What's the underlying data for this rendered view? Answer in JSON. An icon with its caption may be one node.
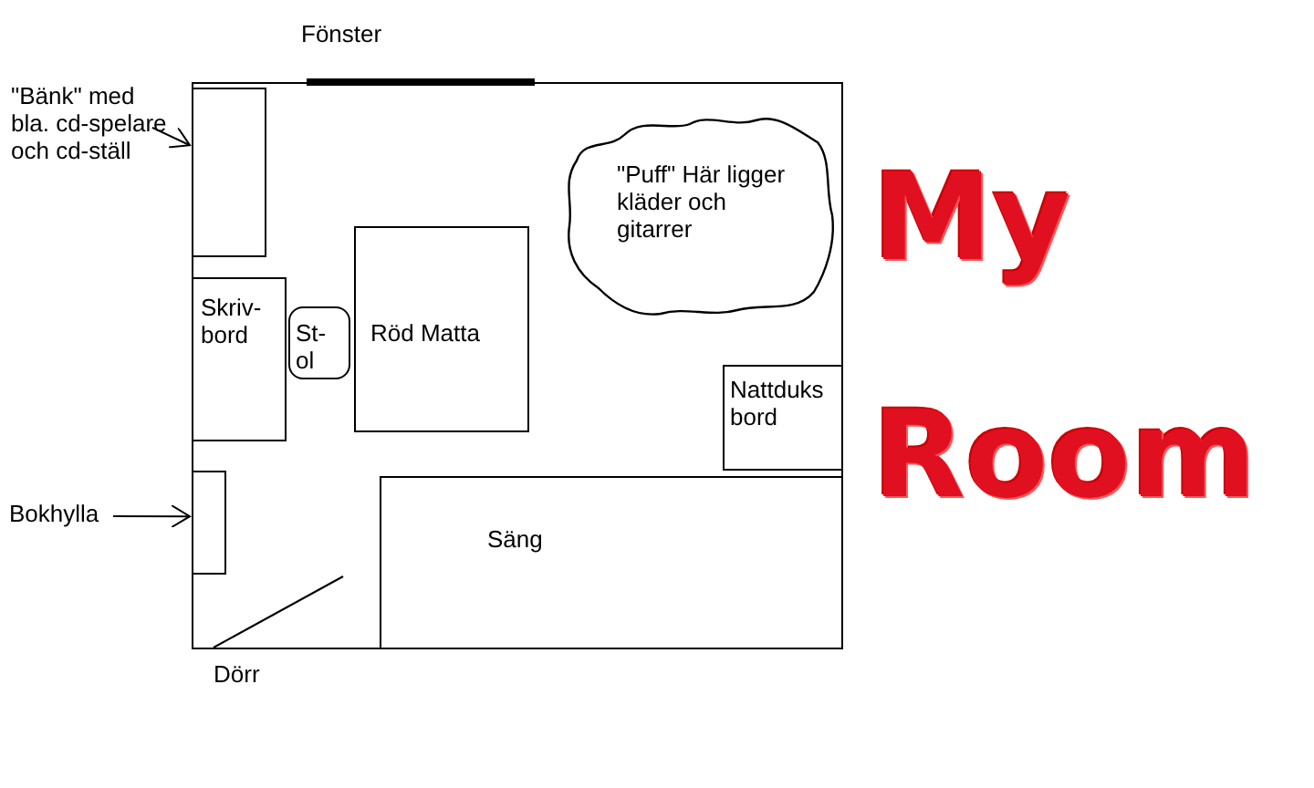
{
  "diagram": {
    "nodes": [
      {
        "text": [],
        "shape": "box"
      },
      {
        "text": [
          "\"Bänk\" med bla. cd-spelare och cd-ställ"
        ]
      },
      {
        "text": [],
        "shape": "box",
        "in": 0
      },
      {
        "text": [
          "Skriv- bord"
        ],
        "in": 0
      },
      {
        "text": [
          "St- ol"
        ],
        "in": 0
      },
      {
        "text": [
          "Röd Matta"
        ],
        "in": 0
      },
      {
        "text": [
          "\"Puff\" Här ligger kläder och gitarrer"
        ],
        "in": 0
      },
      {
        "text": [
          "Nattduks bord"
        ],
        "in": 0
      },
      {
        "text": [
          "Bokhylla"
        ]
      },
      {
        "text": [],
        "shape": "box",
        "in": 0
      },
      {
        "text": [
          "Säng"
        ],
        "in": 0
      }
    ],
    "edges": [
      {
        "from": 1,
        "to": 2,
        "arrow": "to"
      },
      {
        "from": 8,
        "to": 9,
        "arrow": "to"
      }
    ],
    "labels": [
      "Fönster",
      "Dörr",
      "My Room"
    ]
  }
}
